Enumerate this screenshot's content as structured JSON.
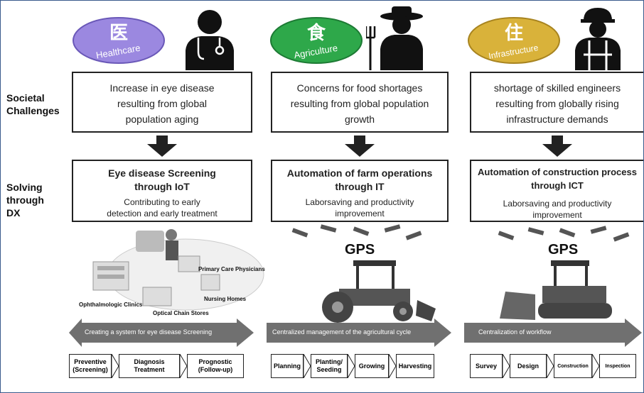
{
  "columns": [
    {
      "kanji": "医",
      "domain": "Healthcare",
      "badge_color": "#9b88e0",
      "challenge": [
        "Increase in eye disease",
        "resulting from global",
        "population aging"
      ],
      "solution_title": [
        "Eye disease Screening",
        "through IoT"
      ],
      "solution_sub": [
        "Contributing to early",
        "detection and early treatment"
      ],
      "banner": "Creating a system for eye disease Screening",
      "steps": [
        "Preventive (Screening)",
        "Diagnosis Treatment",
        "Prognostic (Follow-up)"
      ],
      "illustration_labels": [
        "Primary Care Physicians",
        "Nursing Homes",
        "Ophthalmologic Clinics",
        "Optical Chain Stores"
      ]
    },
    {
      "kanji": "食",
      "domain": "Agriculture",
      "badge_color": "#2ea84a",
      "challenge": [
        "Concerns for food shortages",
        "resulting from global population",
        "growth"
      ],
      "solution_title": [
        "Automation of farm operations",
        "through IT"
      ],
      "solution_sub": [
        "Laborsaving and productivity",
        "improvement"
      ],
      "banner": "Centralized management of the agricultural cycle",
      "steps": [
        "Planning",
        "Planting/ Seeding",
        "Growing",
        "Harvesting"
      ],
      "gps": "GPS"
    },
    {
      "kanji": "住",
      "domain": "Infrastructure",
      "badge_color": "#d9b23a",
      "challenge": [
        "shortage of skilled engineers",
        "resulting from globally rising",
        "infrastructure demands"
      ],
      "solution_title": [
        "Automation of construction process",
        "through ICT"
      ],
      "solution_sub": [
        "Laborsaving and productivity",
        "improvement"
      ],
      "banner": "Centralization of workflow",
      "steps": [
        "Survey",
        "Design",
        "Construction",
        "Inspection"
      ],
      "gps": "GPS"
    }
  ],
  "row_labels": {
    "challenges": [
      "Societal",
      "Challenges"
    ],
    "solving": [
      "Solving",
      "through",
      "DX"
    ]
  }
}
